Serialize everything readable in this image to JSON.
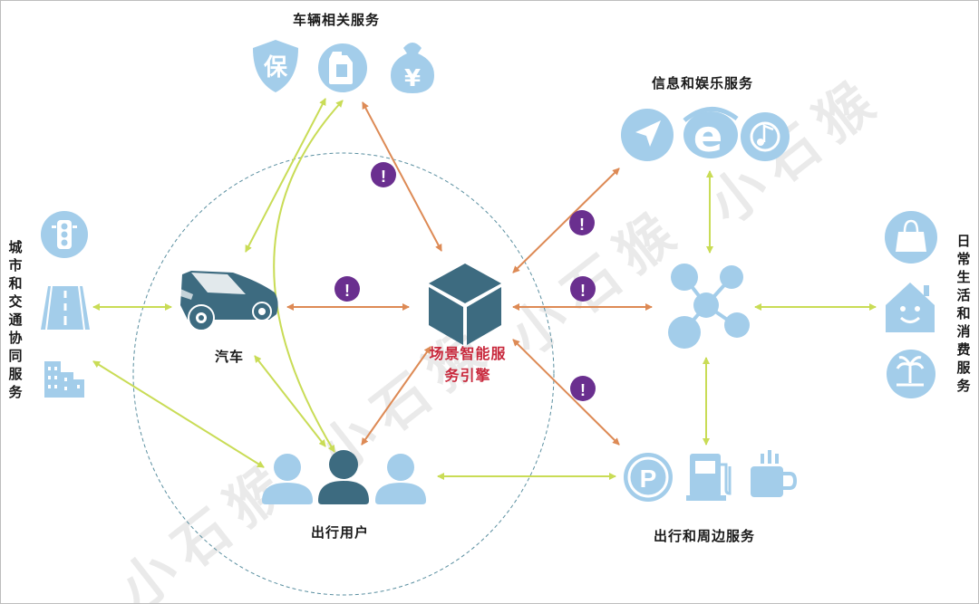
{
  "labels": {
    "vehicle_services": "车辆相关服务",
    "info_entertainment": "信息和娱乐服务",
    "city_traffic": "城市和交通协同服务",
    "daily_life": "日常生活和消费服务",
    "travel_surroundings": "出行和周边服务",
    "car": "汽车",
    "users": "出行用户",
    "engine": "场景智能服务引擎"
  },
  "icons": {
    "insurance_glyph": "保",
    "finance_glyph": "¥",
    "alert_glyph": "!",
    "parking_glyph": "P",
    "ie_glyph": "e"
  },
  "watermark": {
    "text": "小石猴"
  },
  "colors": {
    "icon_blue": "#a3cdea",
    "dark_teal": "#3d6b80",
    "orange_arrow": "#dd8a55",
    "green_arrow": "#c9dc56",
    "alert_purple": "#6a2f8f",
    "engine_text": "#c8283c",
    "circle_dash": "#5a8fa0"
  }
}
